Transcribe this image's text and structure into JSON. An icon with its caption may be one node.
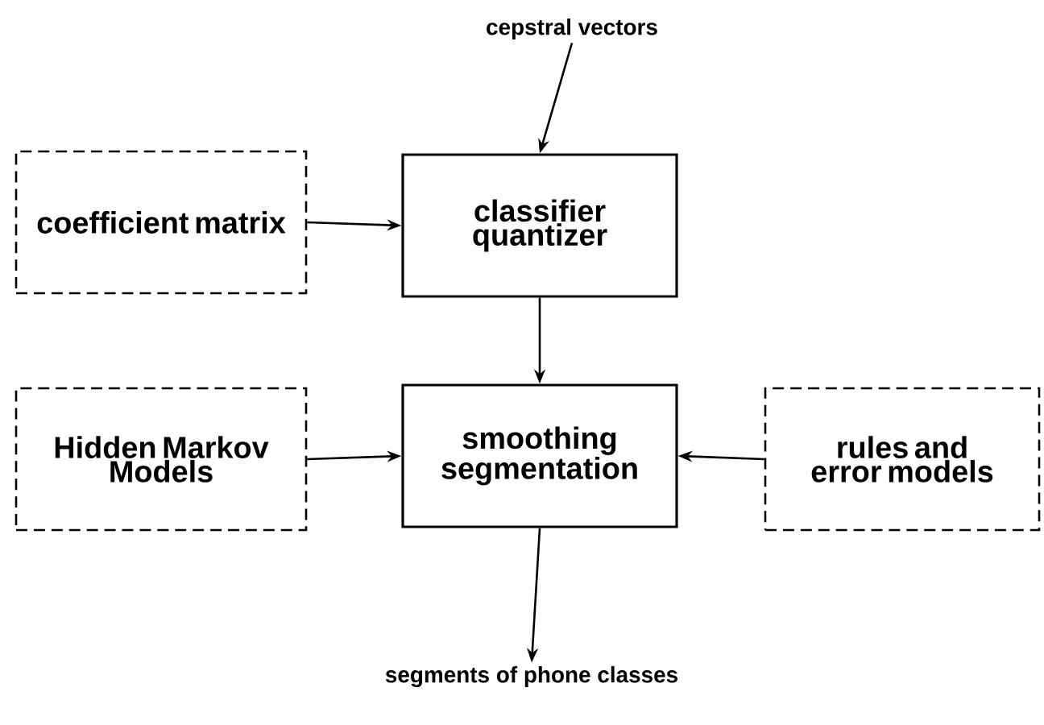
{
  "diagram": {
    "nodes": [
      {
        "text": [
          "cepstral vectors"
        ]
      },
      {
        "text": [
          "coefficient matrix"
        ]
      },
      {
        "text": [
          "classifier quantizer"
        ]
      },
      {
        "text": [
          "Hidden Markov Models"
        ]
      },
      {
        "text": [
          "smoothing segmentation"
        ]
      },
      {
        "text": [
          "rules and error models"
        ]
      },
      {
        "text": [
          "segments of phone classes"
        ]
      }
    ],
    "edges": [
      {
        "from": 0,
        "to": 2,
        "arrow": "to"
      },
      {
        "from": 1,
        "to": 2,
        "arrow": "to"
      },
      {
        "from": 2,
        "to": 4,
        "arrow": "to"
      },
      {
        "from": 3,
        "to": 4,
        "arrow": "to"
      },
      {
        "from": 5,
        "to": 4,
        "arrow": "to"
      },
      {
        "from": 4,
        "to": 6,
        "arrow": "to"
      }
    ]
  }
}
